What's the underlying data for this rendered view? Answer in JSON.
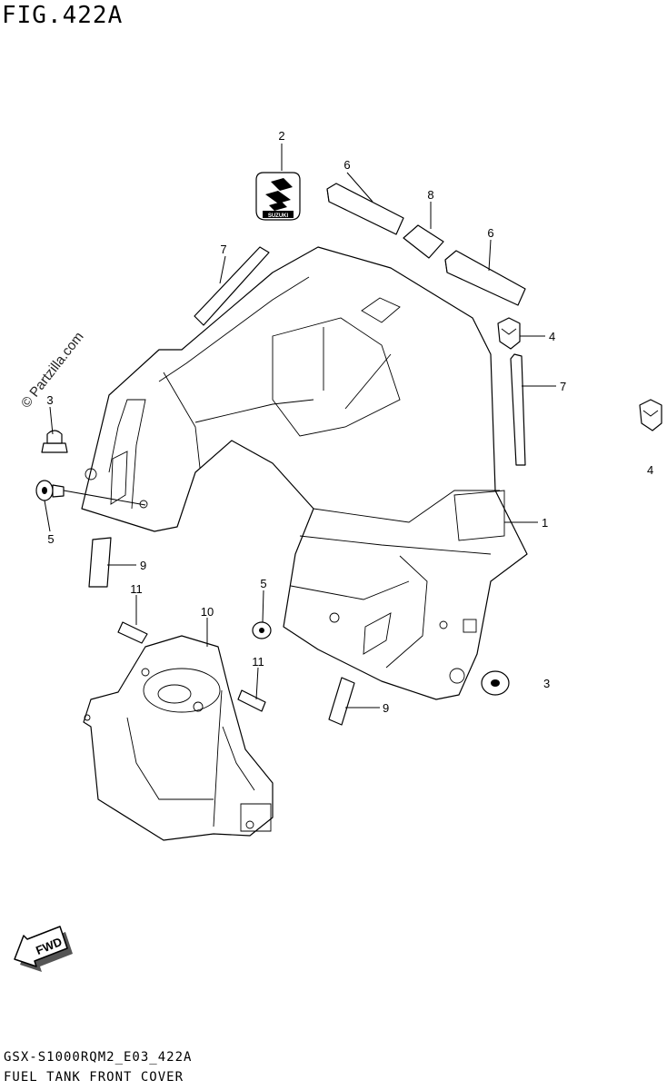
{
  "figure": {
    "title": "FIG.422A"
  },
  "watermark": "© Partzilla.com",
  "footer": {
    "code": "GSX-S1000RQM2_E03_422A",
    "name": "FUEL TANK FRONT COVER"
  },
  "emblem": {
    "text": "SUZUKI"
  },
  "fwd": {
    "label": "FWD"
  },
  "callouts": {
    "c1": "1",
    "c2": "2",
    "c3a": "3",
    "c3b": "3",
    "c4a": "4",
    "c4b": "4",
    "c5a": "5",
    "c5b": "5",
    "c6a": "6",
    "c6b": "6",
    "c7a": "7",
    "c7b": "7",
    "c8": "8",
    "c9a": "9",
    "c9b": "9",
    "c10": "10",
    "c11a": "11",
    "c11b": "11"
  }
}
